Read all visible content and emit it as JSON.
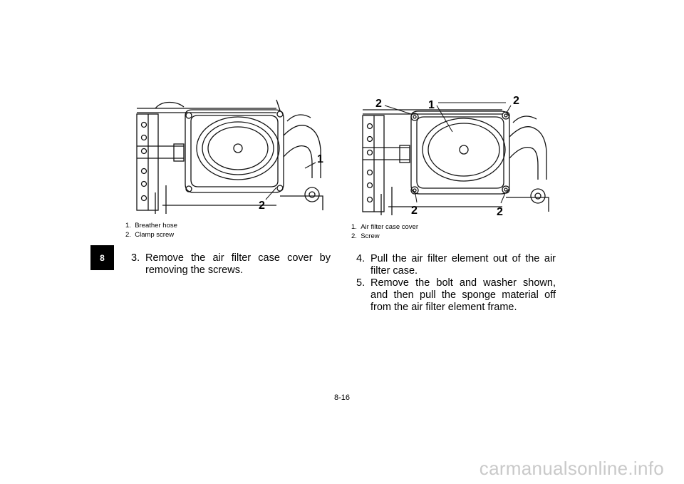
{
  "section_tab": "8",
  "figure_left": {
    "callouts": [
      "1",
      "2"
    ],
    "captions": [
      {
        "num": "1.",
        "text": "Breather hose"
      },
      {
        "num": "2.",
        "text": "Clamp screw"
      }
    ]
  },
  "figure_right": {
    "callouts": [
      "1",
      "2",
      "2",
      "2",
      "2"
    ],
    "captions": [
      {
        "num": "1.",
        "text": "Air filter case cover"
      },
      {
        "num": "2.",
        "text": "Screw"
      }
    ]
  },
  "steps_left": [
    {
      "num": "3.",
      "text": "Remove the air filter case cover by removing the screws."
    }
  ],
  "steps_right": [
    {
      "num": "4.",
      "text": "Pull the air filter element out of the air filter case."
    },
    {
      "num": "5.",
      "text": "Remove the bolt and washer shown, and then pull the sponge material off from the air filter element frame."
    }
  ],
  "page_number": "8-16",
  "watermark": "carmanualsonline.info"
}
